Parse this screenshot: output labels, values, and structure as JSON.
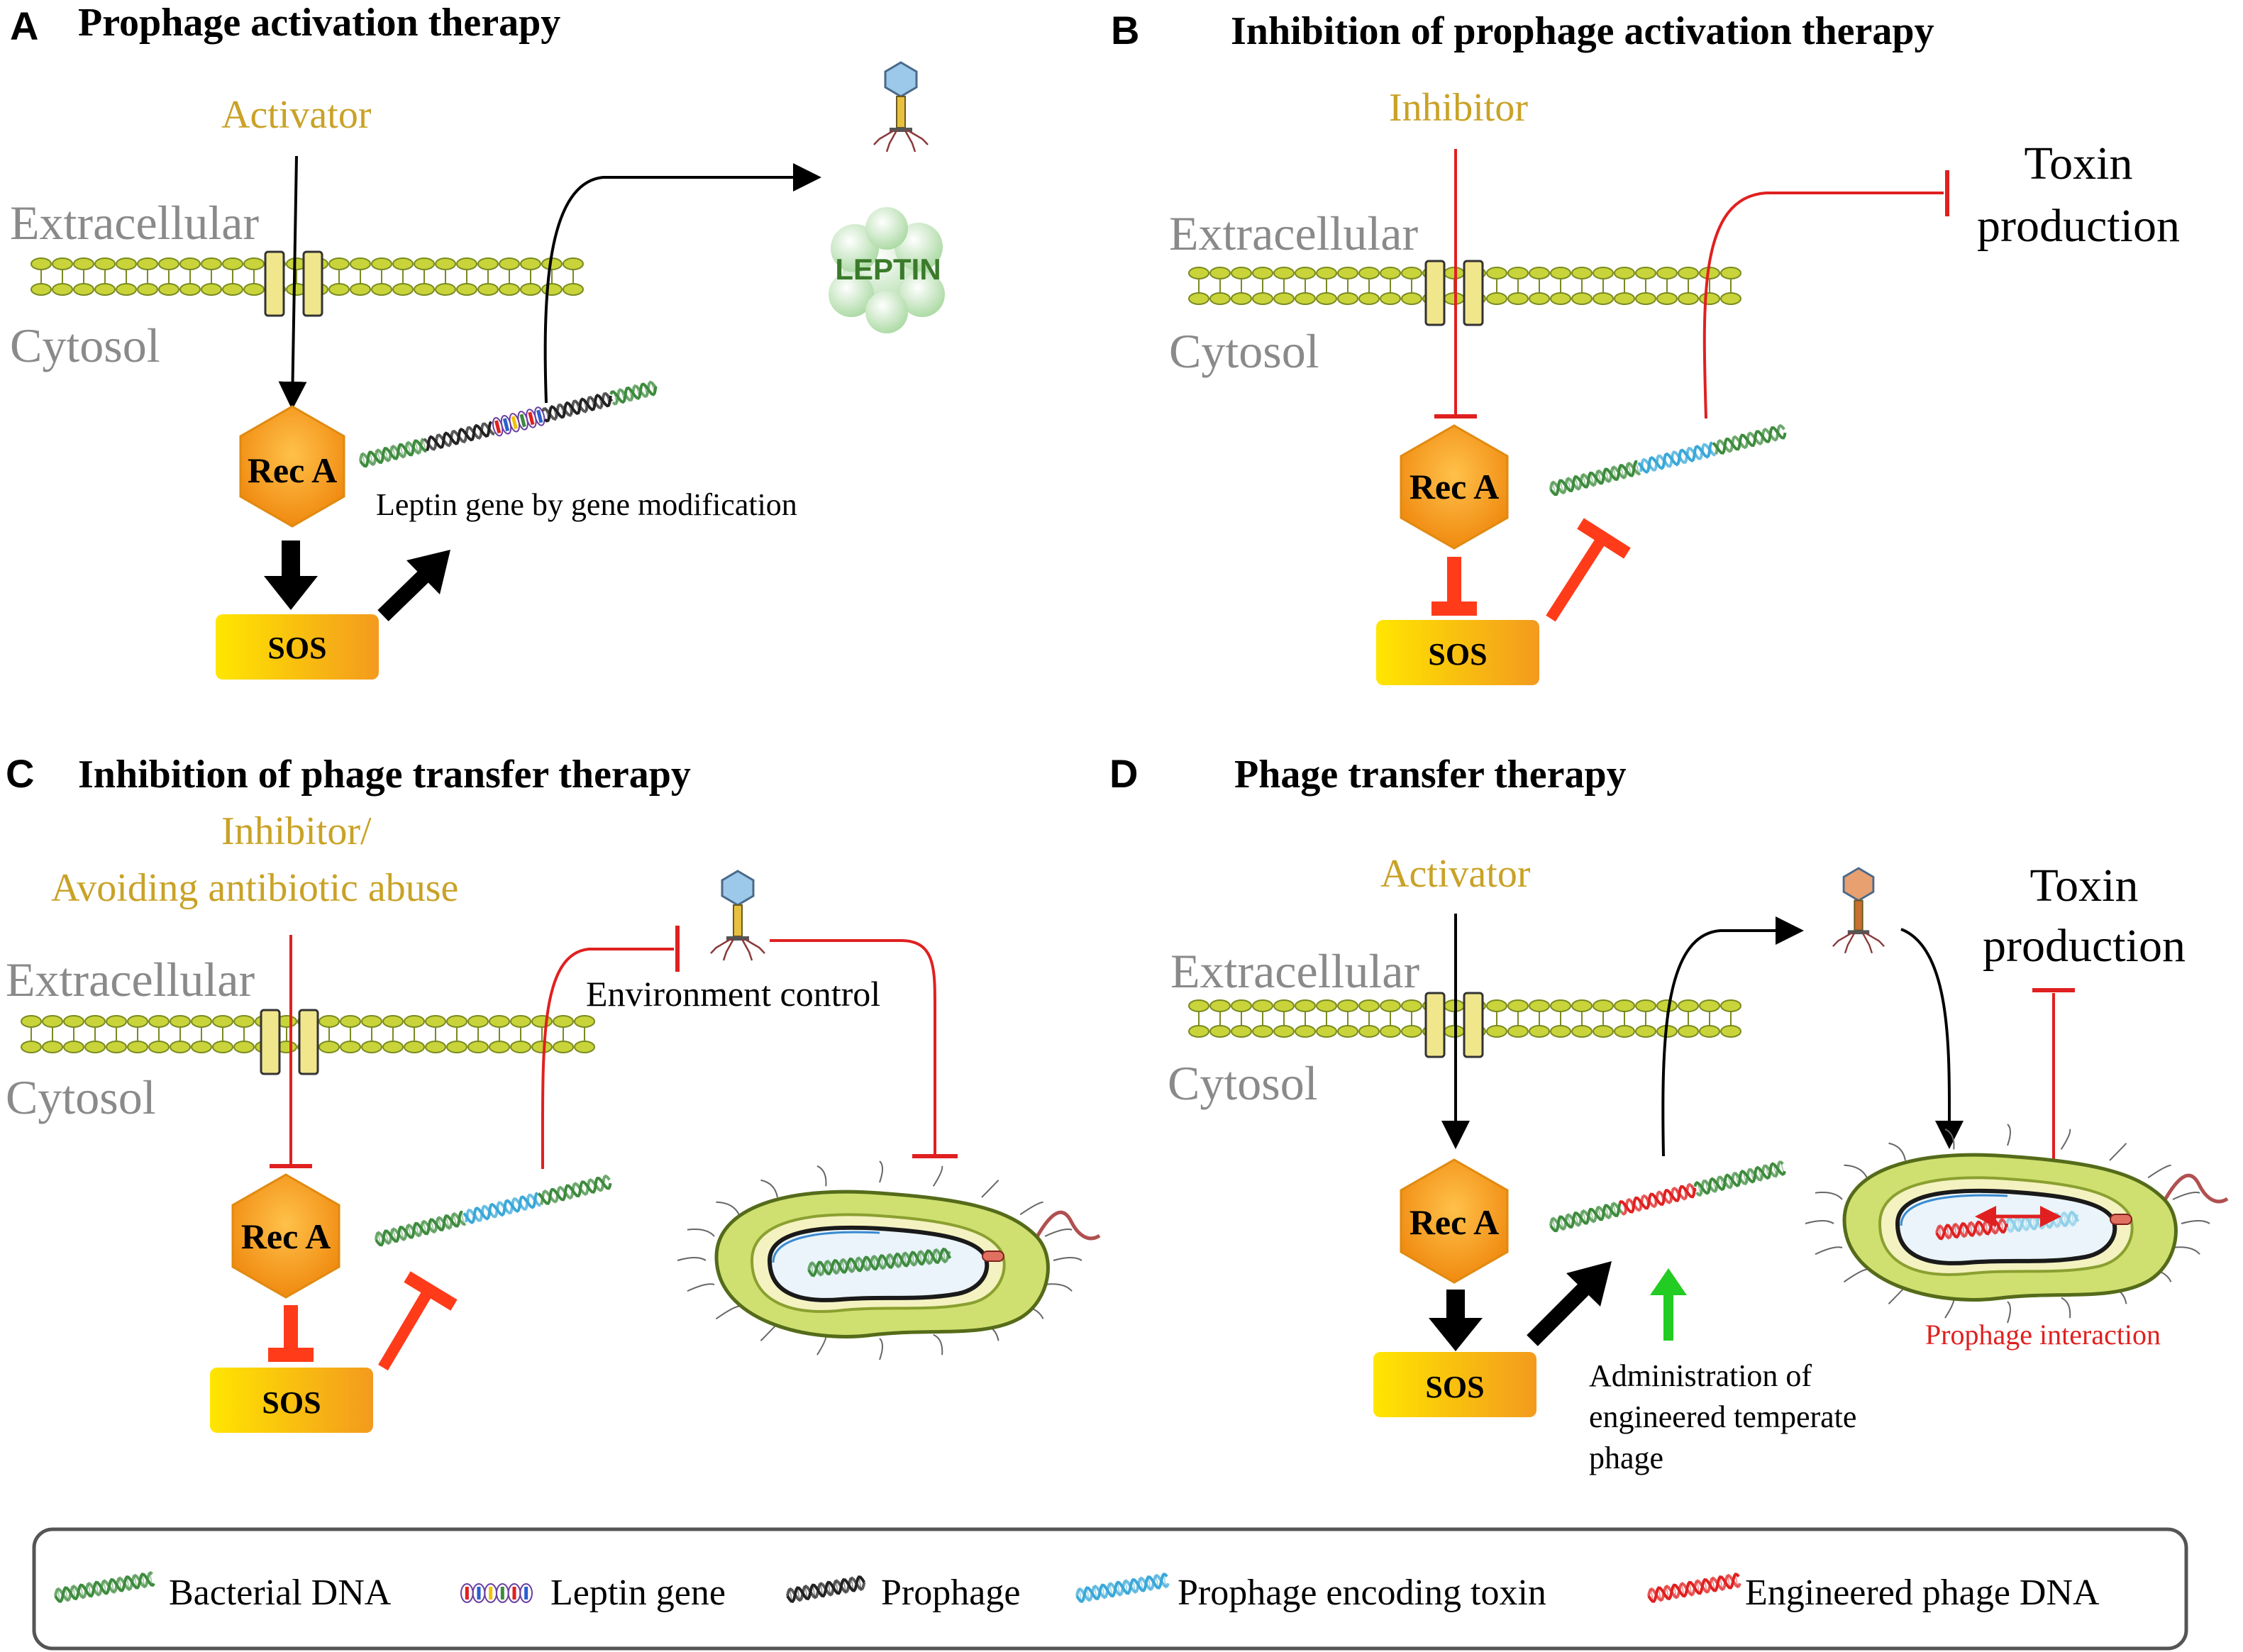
{
  "panels": {
    "a": {
      "letter": "A",
      "title": "Prophage activation therapy",
      "drug": "Activator",
      "extracellular": "Extracellular",
      "cytosol": "Cytosol",
      "rec": "Rec A",
      "sos": "SOS",
      "note": "Leptin gene by gene modification",
      "product": "LEPTIN"
    },
    "b": {
      "letter": "B",
      "title": "Inhibition of prophage activation therapy",
      "drug": "Inhibitor",
      "extracellular": "Extracellular",
      "cytosol": "Cytosol",
      "rec": "Rec A",
      "sos": "SOS",
      "toxin1": "Toxin",
      "toxin2": "production"
    },
    "c": {
      "letter": "C",
      "title": "Inhibition of phage transfer therapy",
      "drug1": "Inhibitor/",
      "drug2": "Avoiding antibiotic abuse",
      "extracellular": "Extracellular",
      "cytosol": "Cytosol",
      "rec": "Rec A",
      "sos": "SOS",
      "env": "Environment control"
    },
    "d": {
      "letter": "D",
      "title": "Phage transfer therapy",
      "drug": "Activator",
      "extracellular": "Extracellular",
      "cytosol": "Cytosol",
      "rec": "Rec A",
      "sos": "SOS",
      "toxin1": "Toxin",
      "toxin2": "production",
      "admin1": "Administration of",
      "admin2": "engineered temperate",
      "admin3": "phage",
      "interaction": "Prophage interaction"
    }
  },
  "legend": {
    "bacterial_dna": "Bacterial DNA",
    "leptin_gene": "Leptin gene",
    "prophage": "Prophage",
    "prophage_toxin": "Prophage encoding toxin",
    "engineered": "Engineered phage DNA"
  },
  "colors": {
    "drug_text": "#c9a227",
    "region_text": "#8a8a8a",
    "inhibition": "#e02020",
    "hexagon": "#f7a21b",
    "membrane": "#c8d43a",
    "bacterial_dna": "#3d8b3d",
    "prophage_dna": "#222222",
    "toxin_dna": "#3aa8d8",
    "engineered_dna": "#e02020",
    "activation_arrow": "#000000",
    "administration_arrow": "#22cc22"
  }
}
